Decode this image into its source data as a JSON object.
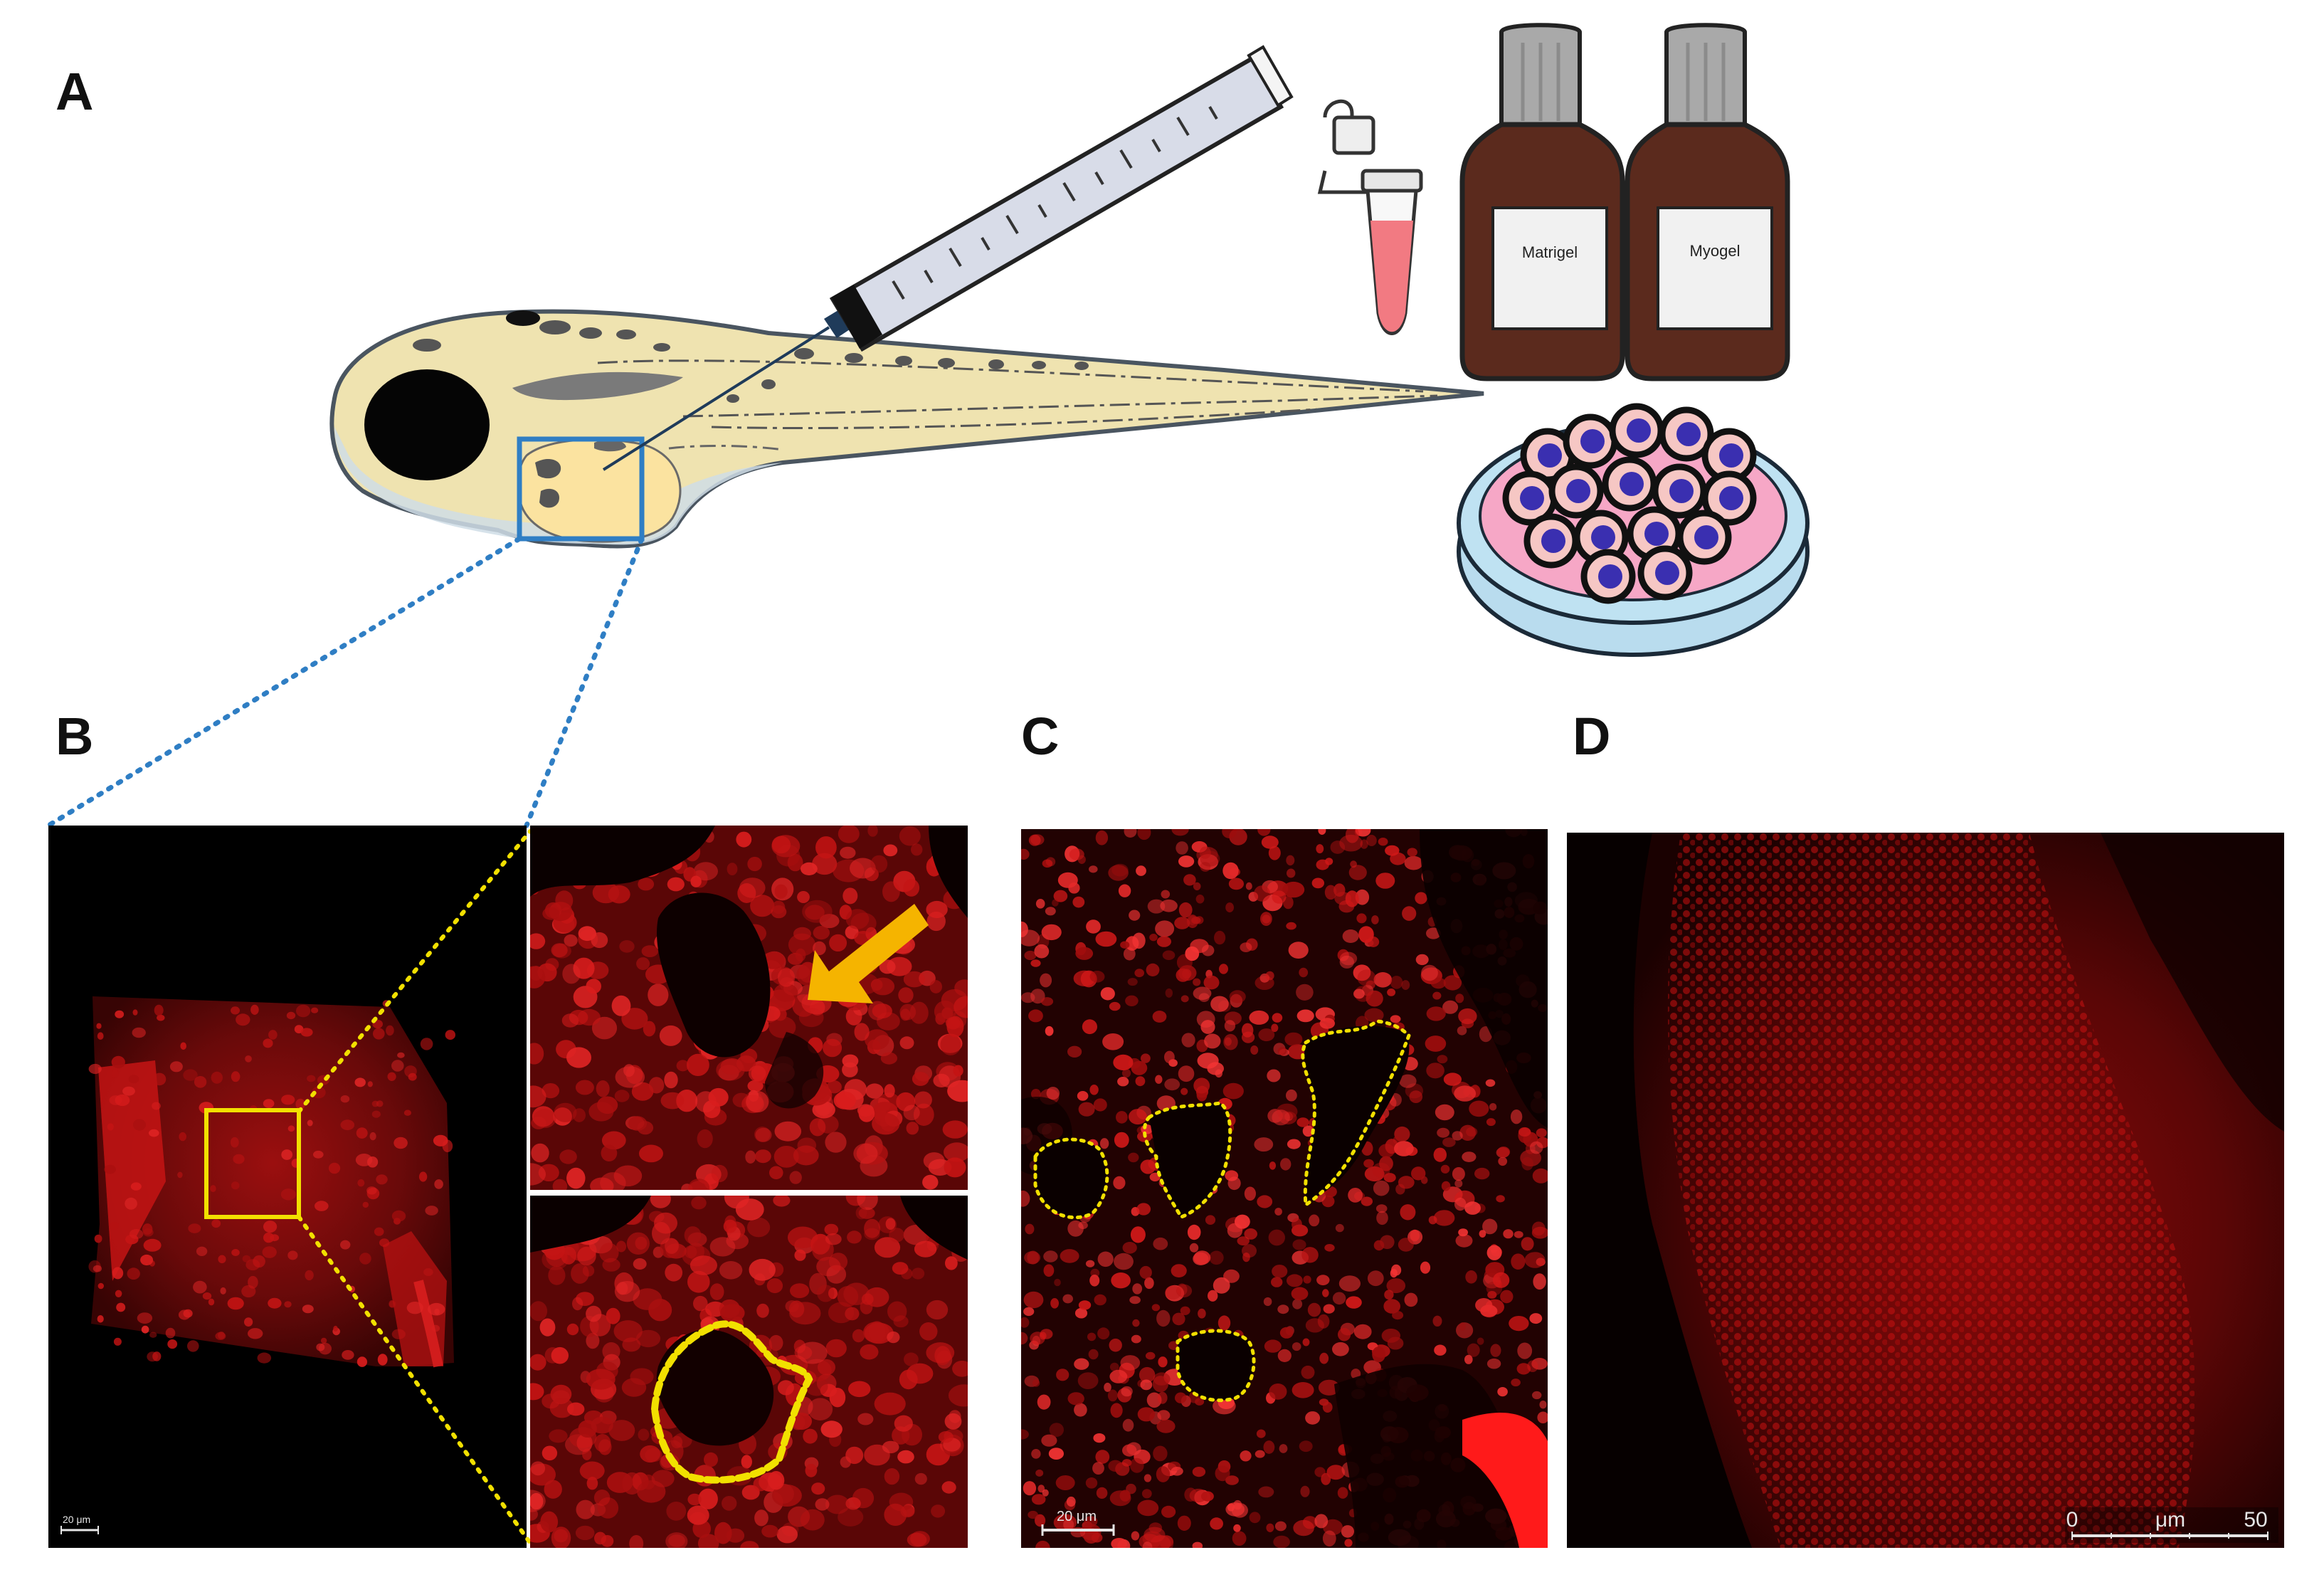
{
  "panels": {
    "a": "A",
    "b": "B",
    "c": "C",
    "d": "D"
  },
  "bottles": {
    "left": "Matrigel",
    "right": "Myogel"
  },
  "scale_bars": {
    "b": "20 μm",
    "c": "20 μm",
    "d_start": "0",
    "d_unit": "μm",
    "d_end": "50"
  },
  "colors": {
    "fluorescence": "#d81414",
    "outline_yellow": "#f2e000",
    "arrow": "#f5b400",
    "inset_blue": "#2f7ec4",
    "zoom_dotted_blue": "#2f7ec4"
  }
}
